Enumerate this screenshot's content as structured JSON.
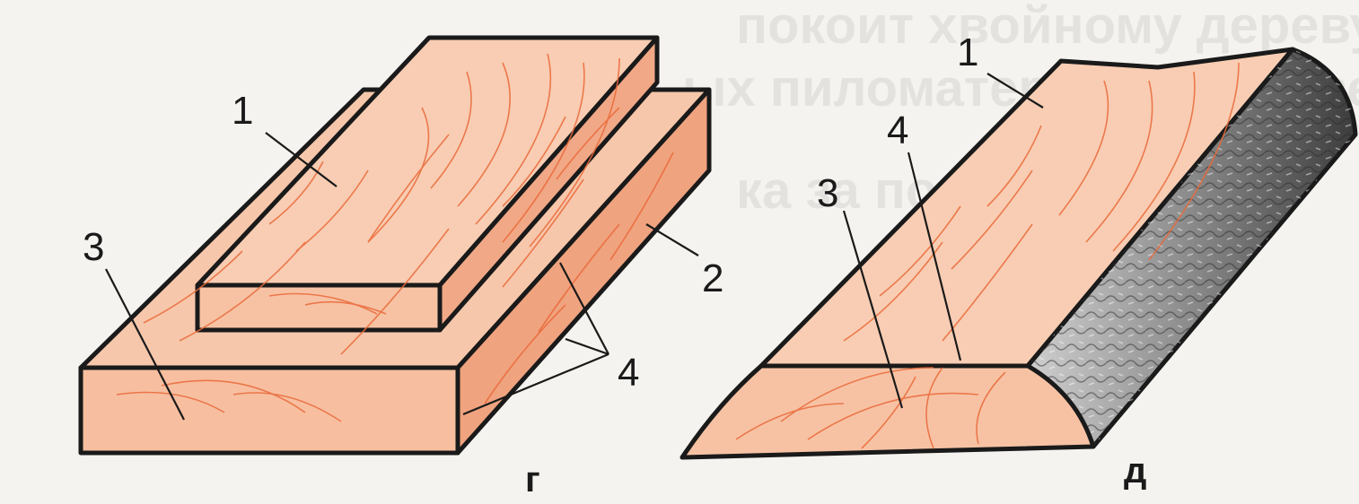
{
  "background_color": "#f4f3ef",
  "wood_colors": {
    "face": "#f7c7ab",
    "side": "#f0a37f",
    "grain": "#ea6a3a",
    "outline": "#1a1a1a",
    "bark": "#6b6b6b"
  },
  "figures": [
    {
      "caption": "г",
      "labels": [
        "1",
        "2",
        "3",
        "4"
      ]
    },
    {
      "caption": "д",
      "labels": [
        "1",
        "3",
        "4"
      ]
    }
  ]
}
